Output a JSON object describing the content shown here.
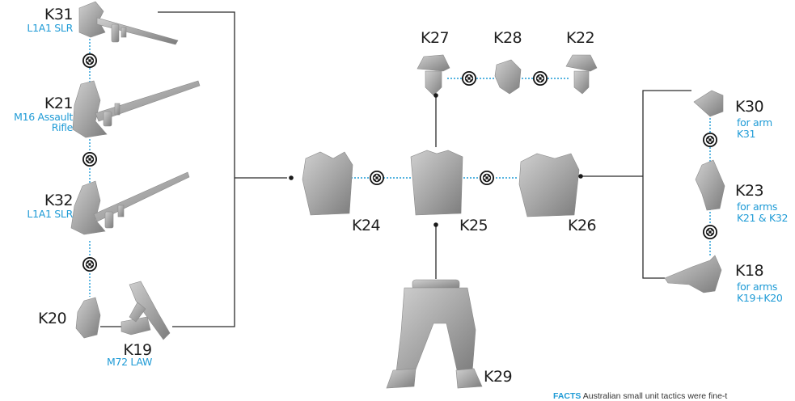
{
  "parts": {
    "k31": {
      "code": "K31",
      "desc": "L1A1 SLR"
    },
    "k21": {
      "code": "K21",
      "desc": [
        "M16 Assault",
        "Rifle"
      ]
    },
    "k32": {
      "code": "K32",
      "desc": "L1A1 SLR"
    },
    "k20": {
      "code": "K20"
    },
    "k19": {
      "code": "K19",
      "desc": "M72 LAW"
    },
    "k27": {
      "code": "K27"
    },
    "k28": {
      "code": "K28"
    },
    "k22": {
      "code": "K22"
    },
    "k24": {
      "code": "K24"
    },
    "k25": {
      "code": "K25"
    },
    "k26": {
      "code": "K26"
    },
    "k29": {
      "code": "K29"
    },
    "k30": {
      "code": "K30",
      "desc": [
        "for arm",
        "K31"
      ]
    },
    "k23": {
      "code": "K23",
      "desc": [
        "for arms",
        "K21 & K32"
      ]
    },
    "k18": {
      "code": "K18",
      "desc": [
        "for arms",
        "K19+K20"
      ]
    }
  },
  "footer": {
    "label": "FACTS",
    "text": "Australian small unit tactics were fine-t"
  },
  "colors": {
    "accent": "#1f9bd6",
    "line": "#2b2b2b",
    "part": "#a9a9a9",
    "connector": "#1a1a1a"
  },
  "icons": {
    "connector": "four-arrow-connector-icon"
  }
}
